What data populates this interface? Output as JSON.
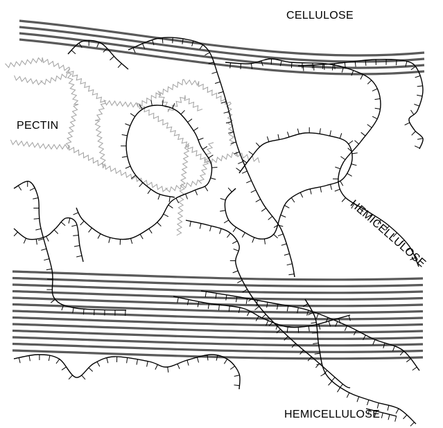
{
  "labels": {
    "cellulose": "CELLULOSE",
    "pectin": "PECTIN",
    "hemicellulose_right": "HEMICELLULOSE",
    "hemicellulose_bottom": "HEMICELLULOSE"
  },
  "colors": {
    "cellulose": "#5a5a5a",
    "pectin": "#a6a6a6",
    "hemicellulose": "#000000",
    "background": "#ffffff"
  }
}
